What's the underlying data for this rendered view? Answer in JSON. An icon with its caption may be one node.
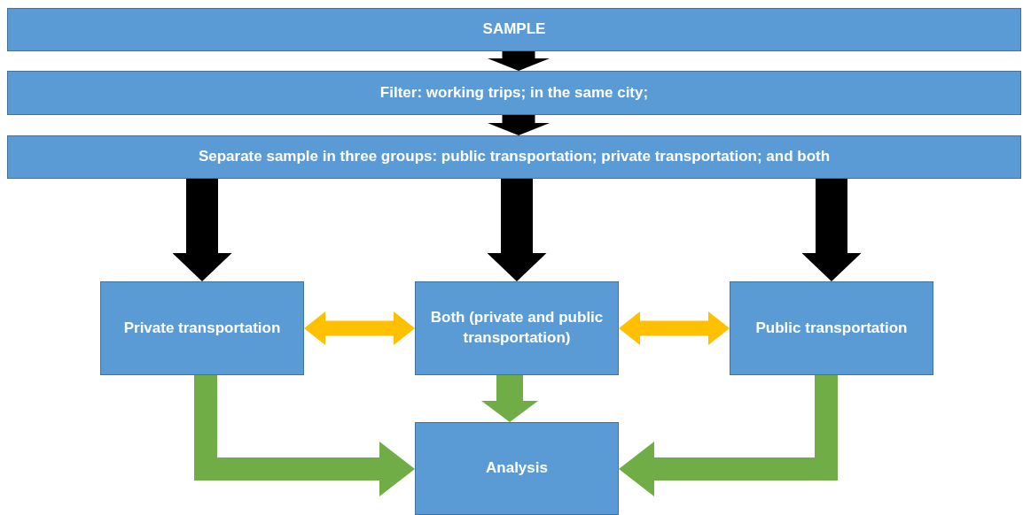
{
  "diagram": {
    "nodes": [
      {
        "text": [
          "SAMPLE"
        ]
      },
      {
        "text": [
          "Filter: working trips; in the same city;"
        ]
      },
      {
        "text": [
          "Separate sample in three groups: public transportation; private transportation; and both"
        ]
      },
      {
        "text": [
          "Private transportation"
        ]
      },
      {
        "text": [
          "Both (private and public transportation)"
        ]
      },
      {
        "text": [
          "Public transportation"
        ]
      },
      {
        "text": [
          "Analysis"
        ]
      }
    ],
    "edges": [
      {
        "from": 0,
        "to": 1,
        "arrow": "to"
      },
      {
        "from": 1,
        "to": 2,
        "arrow": "to"
      },
      {
        "from": 2,
        "to": 3,
        "arrow": "to"
      },
      {
        "from": 2,
        "to": 4,
        "arrow": "to"
      },
      {
        "from": 2,
        "to": 5,
        "arrow": "to"
      },
      {
        "from": 3,
        "to": 4,
        "arrow": "both",
        "color": "#ffc000"
      },
      {
        "from": 4,
        "to": 5,
        "arrow": "both",
        "color": "#ffc000"
      },
      {
        "from": 3,
        "to": 6,
        "arrow": "to",
        "color": "#70ad47"
      },
      {
        "from": 4,
        "to": 6,
        "arrow": "to",
        "color": "#70ad47"
      },
      {
        "from": 5,
        "to": 6,
        "arrow": "to",
        "color": "#70ad47"
      }
    ]
  }
}
